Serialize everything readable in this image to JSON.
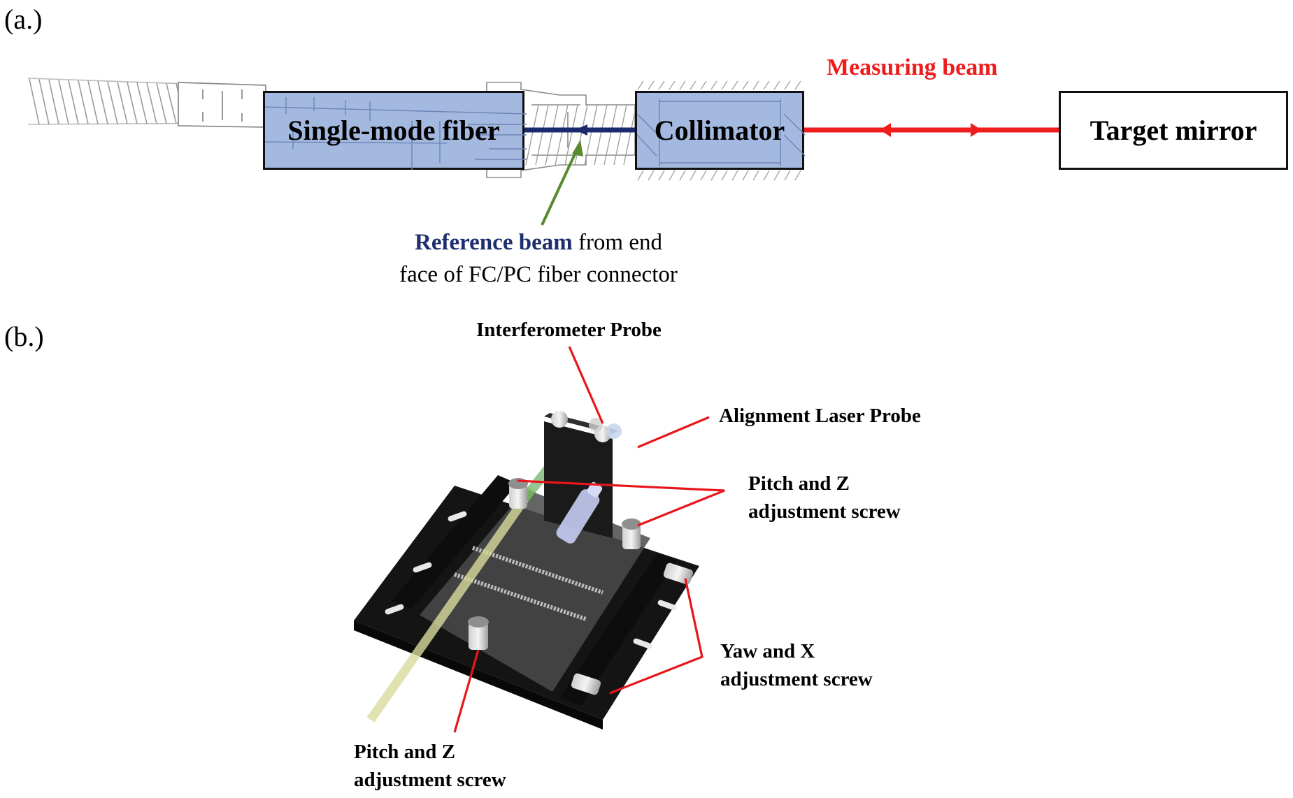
{
  "figure": {
    "panel_a": {
      "label": "(a.)",
      "boxes": {
        "fiber": "Single-mode fiber",
        "collimator": "Collimator",
        "target": "Target mirror"
      },
      "measuring_beam_label": "Measuring beam",
      "reference_note": {
        "emphasis": "Reference beam",
        "line1_rest": " from end",
        "line2": "face of FC/PC fiber connector"
      },
      "colors": {
        "box_fill": "#a3b9e0",
        "reference_beam": "#1a2a6c",
        "measuring_beam": "#ee1c1c",
        "pointer_arrow": "#5a8a2e"
      }
    },
    "panel_b": {
      "label": "(b.)",
      "callouts": {
        "interferometer_probe": "Interferometer Probe",
        "alignment_laser_probe": "Alignment Laser Probe",
        "pitch_z_top_line1": "Pitch and Z",
        "pitch_z_top_line2": "adjustment screw",
        "yaw_x_line1": "Yaw and X",
        "yaw_x_line2": "adjustment screw",
        "pitch_z_bottom_line1": "Pitch and Z",
        "pitch_z_bottom_line2": "adjustment screw"
      },
      "colors": {
        "leader_lines": "#e8161b",
        "stage_body": "#151515",
        "laser_beam": "#d9dc9c"
      }
    }
  }
}
